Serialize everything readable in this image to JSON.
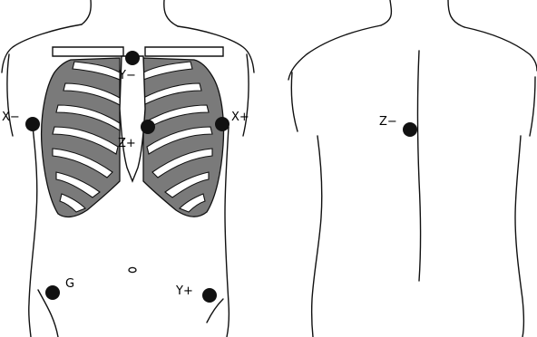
{
  "figure": {
    "panels": [
      {
        "id": "front",
        "electrodes": [
          "Y−",
          "X−",
          "Z+",
          "X+",
          "G",
          "Y+"
        ]
      },
      {
        "id": "back",
        "electrodes": [
          "Z−"
        ]
      }
    ]
  },
  "labels": {
    "y_minus": "Y−",
    "x_minus": "X−",
    "z_plus": "Z+",
    "x_plus": "X+",
    "g": "G",
    "y_plus": "Y+",
    "z_minus": "Z−"
  },
  "colors": {
    "ink": "#111111",
    "rib_fill": "#8c8c8c",
    "rib_shadow": "#5a5a5a",
    "bone_light": "#ffffff",
    "electrode": "#111111"
  }
}
